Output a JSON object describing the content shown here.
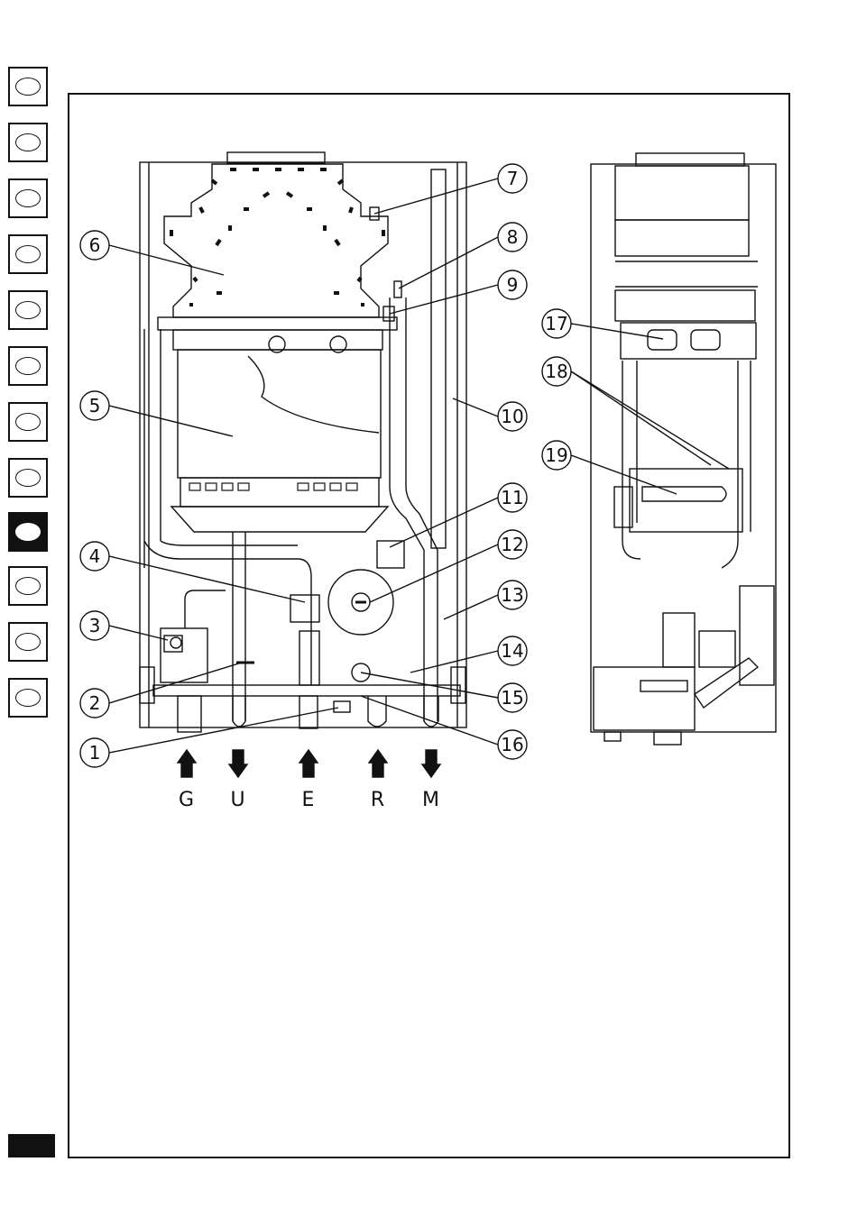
{
  "tabs": {
    "count": 12,
    "active_index": 8
  },
  "callouts": [
    "1",
    "2",
    "3",
    "4",
    "5",
    "6",
    "7",
    "8",
    "9",
    "10",
    "11",
    "12",
    "13",
    "14",
    "15",
    "16",
    "17",
    "18",
    "19"
  ],
  "connections": [
    {
      "letter": "G",
      "direction": "in"
    },
    {
      "letter": "U",
      "direction": "out"
    },
    {
      "letter": "E",
      "direction": "in"
    },
    {
      "letter": "R",
      "direction": "in"
    },
    {
      "letter": "M",
      "direction": "out"
    }
  ]
}
